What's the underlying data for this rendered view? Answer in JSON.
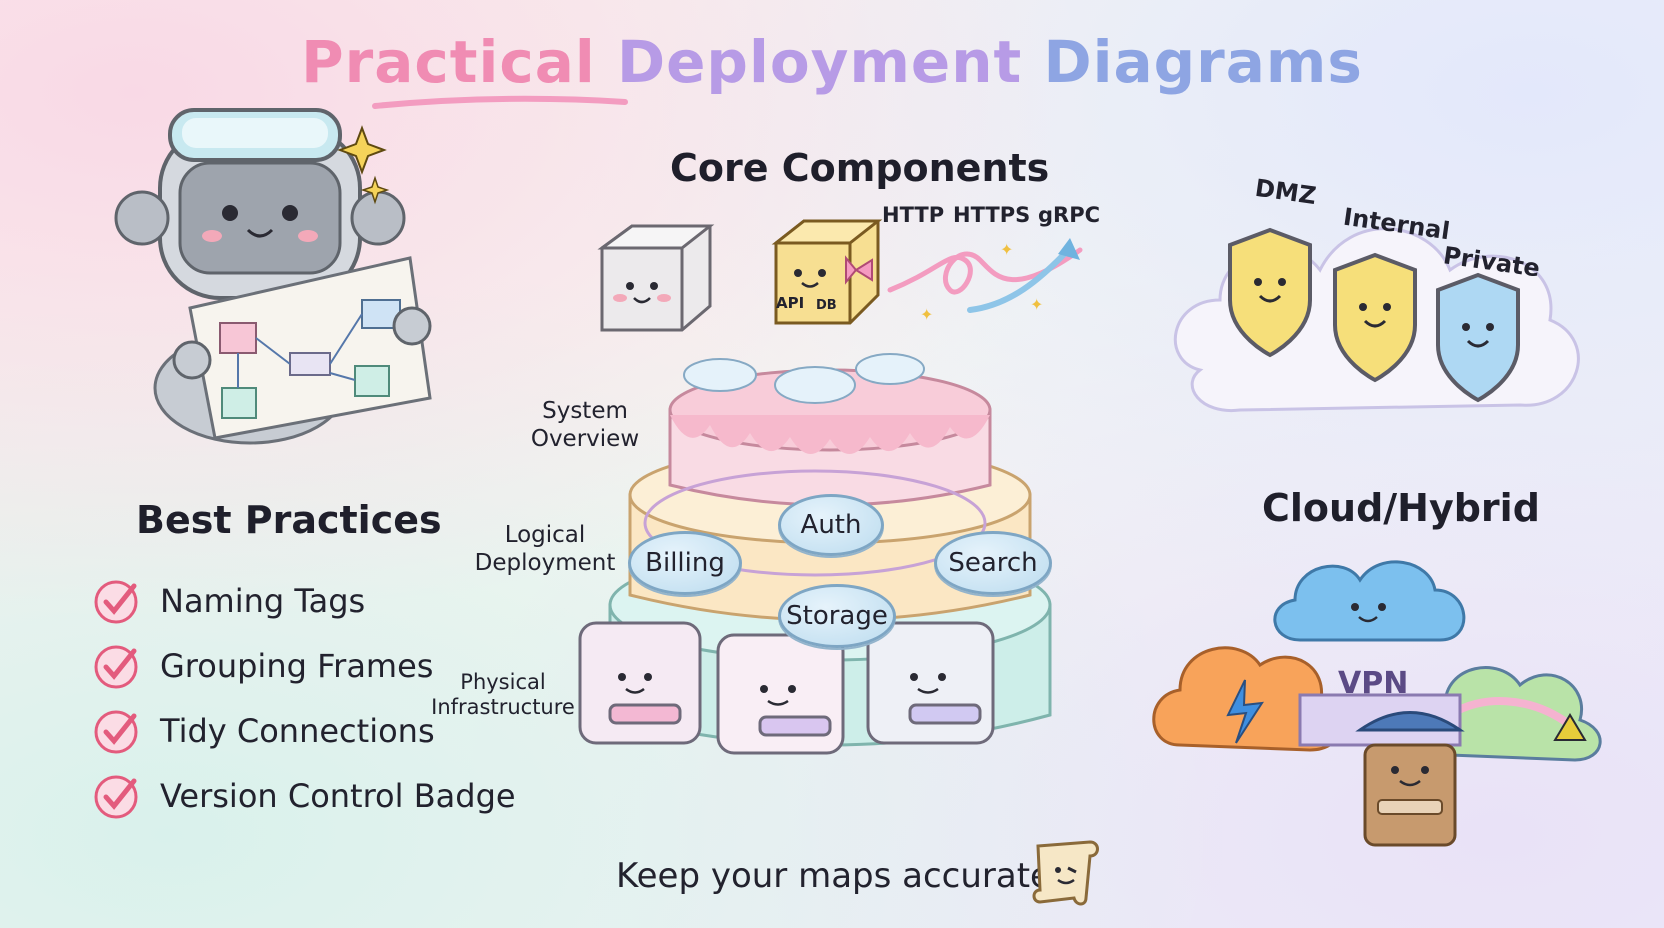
{
  "title": {
    "part1": "Practical",
    "part2": "Deployment",
    "part3": "Diagrams"
  },
  "core_components": {
    "heading": "Core Components",
    "box_labels": [
      "API",
      "DB"
    ],
    "protocols": [
      "HTTP",
      "HTTPS",
      "gRPC"
    ]
  },
  "zones": [
    "DMZ",
    "Internal",
    "Private"
  ],
  "layers": [
    "System Overview",
    "Logical Deployment",
    "Physical Infrastructure"
  ],
  "services": [
    "Auth",
    "Billing",
    "Search",
    "Storage"
  ],
  "best_practices": {
    "heading": "Best Practices",
    "items": [
      "Naming Tags",
      "Grouping Frames",
      "Tidy Connections",
      "Version Control Badge"
    ]
  },
  "cloud_hybrid": {
    "heading": "Cloud/Hybrid",
    "vpn_label": "VPN"
  },
  "footer": "Keep your maps accurate!",
  "colors": {
    "pink": "#f08cb3",
    "lavender": "#b79be6",
    "periwinkle": "#8ea5e3",
    "check": "#e35b7d"
  }
}
